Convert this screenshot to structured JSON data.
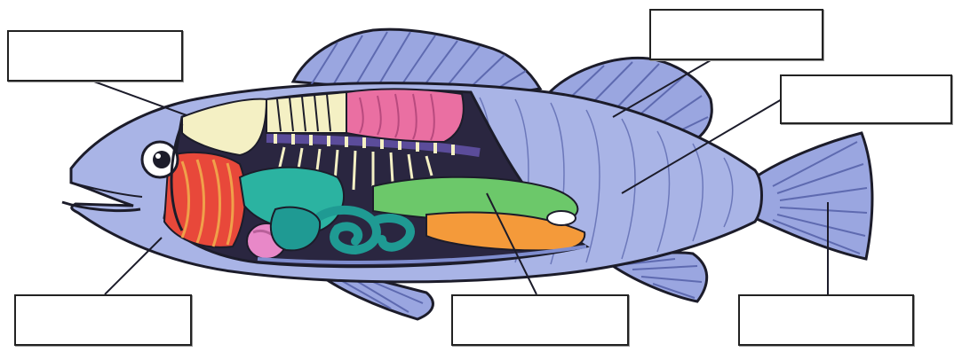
{
  "diagram": {
    "label_boxes": [
      {
        "id": "box-1",
        "text": ""
      },
      {
        "id": "box-2",
        "text": ""
      },
      {
        "id": "box-3",
        "text": ""
      },
      {
        "id": "box-4",
        "text": ""
      },
      {
        "id": "box-5",
        "text": ""
      },
      {
        "id": "box-6",
        "text": ""
      }
    ]
  },
  "colors": {
    "body": "#a9b4e6",
    "body_dark": "#7f8dcf",
    "fin": "#9aa6e0",
    "outline": "#1c1c2a",
    "gill_red": "#e8483a",
    "gill_orange": "#f0a04a",
    "stomach_pink": "#e888c8",
    "liver_teal": "#2bb3a1",
    "intestine_teal": "#1f9a93",
    "swim_bladder_green": "#6cc86a",
    "gonad_orange": "#f49a3a",
    "kidney_pink": "#ea6fa2",
    "spine_cream": "#f4f0c4",
    "backbone_purple": "#5b4c9a"
  }
}
